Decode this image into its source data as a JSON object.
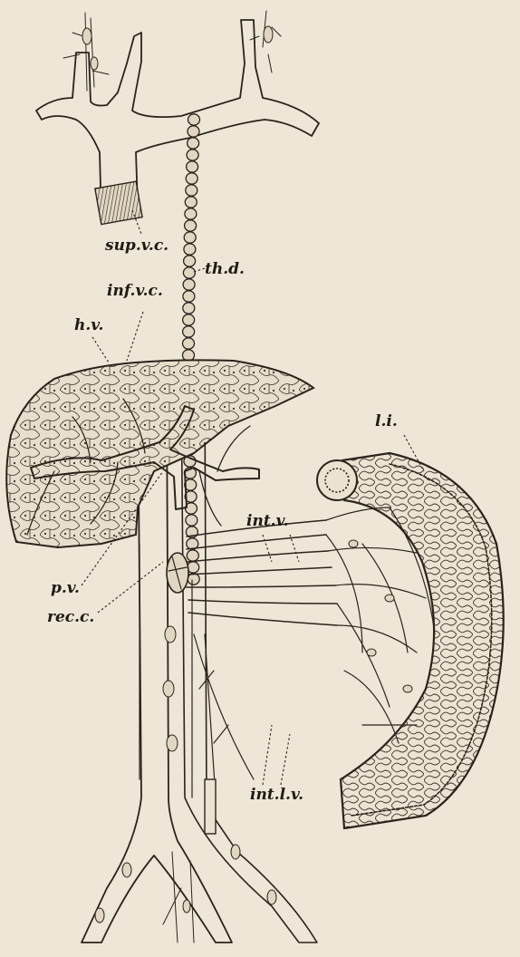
{
  "figure": {
    "labels": {
      "sup_v_c": "sup.v.c.",
      "th_d": "th.d.",
      "inf_v_c": "inf.v.c.",
      "h_v": "h.v.",
      "l_i": "l.i.",
      "int_v": "int.v.",
      "p_v": "p.v.",
      "rec_c": "rec.c.",
      "int_l_v": "int.l.v."
    },
    "colors": {
      "paper": "#eee6d6",
      "ink": "#2b241c"
    }
  }
}
